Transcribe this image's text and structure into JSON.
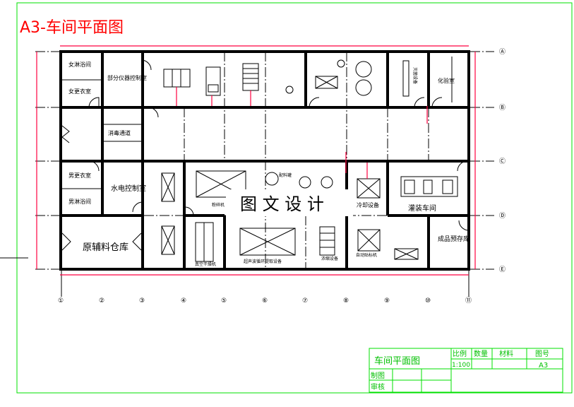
{
  "title": "A3-车间平面图",
  "colors": {
    "frame": "#00e000",
    "title": "#ff0000",
    "dimensions": "#ff0040",
    "walls": "#000000"
  },
  "watermark": "图 文 设 计",
  "grid": {
    "columns": [
      "①",
      "②",
      "③",
      "④",
      "⑤",
      "⑥",
      "⑦",
      "⑧",
      "⑨",
      "⑩",
      "⑪"
    ],
    "rows": [
      "Ⓐ",
      "Ⓑ",
      "Ⓒ",
      "Ⓓ",
      "Ⓔ"
    ]
  },
  "rooms": {
    "female_bath": "女淋浴间",
    "female_dressing": "女更衣室",
    "control_room": "部分仪器控制室",
    "disinfection": "消毒通道",
    "male_dressing": "男更衣室",
    "male_bath": "男淋浴间",
    "utility_control": "水电控制室",
    "raw_store": "原辅料仓库",
    "lab": "化验室",
    "cooling": "冷却设备",
    "filling": "灌装车间",
    "finished_store": "成品预存库",
    "labeler": "自动贴标机",
    "extraction": "超声波循环提取设备",
    "dryer": "真空干燥机",
    "crusher": "粉碎机",
    "tank": "配料罐",
    "concentrator": "浓缩设备",
    "conveyor": "灭菌设备"
  },
  "title_block": {
    "drawing_name": "车间平面图",
    "scale_label": "比例",
    "quantity_label": "数量",
    "material_label": "材料",
    "drawing_no_label": "图号",
    "scale_value": "1:100",
    "drawing_no": "A3",
    "drawn_by_label": "制图",
    "checked_by_label": "审核"
  }
}
